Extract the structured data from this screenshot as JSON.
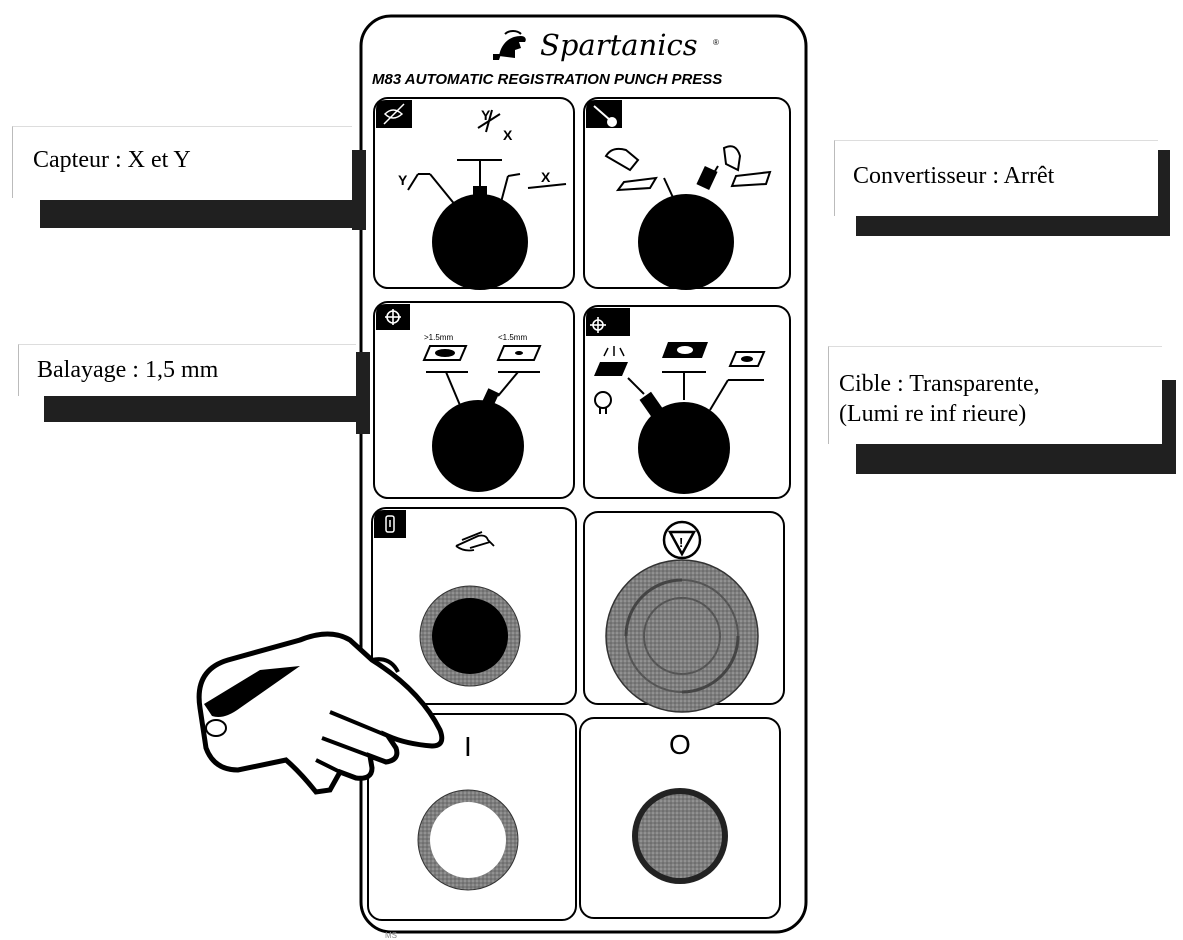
{
  "panel": {
    "brand": "Spartanics",
    "trademark": "®",
    "subtitle": "M83 AUTOMATIC REGISTRATION PUNCH PRESS",
    "scan_large": ">1.5mm",
    "scan_small": "<1.5mm",
    "axis_x": "X",
    "axis_y": "Y",
    "start_symbol": "I",
    "stop_symbol": "O"
  },
  "callouts": {
    "sensor": "Capteur : X et Y",
    "converter": "Convertisseur : Arrêt",
    "scan": "Balayage : 1,5 mm",
    "target_line1": "Cible : Transparente,",
    "target_line2": "(Lumi re inf rieure)"
  },
  "colors": {
    "knob": "#000000",
    "emergency": "#8a8a8a",
    "start_ring": "#a0a0a0",
    "callout_shadow": "#202020"
  }
}
